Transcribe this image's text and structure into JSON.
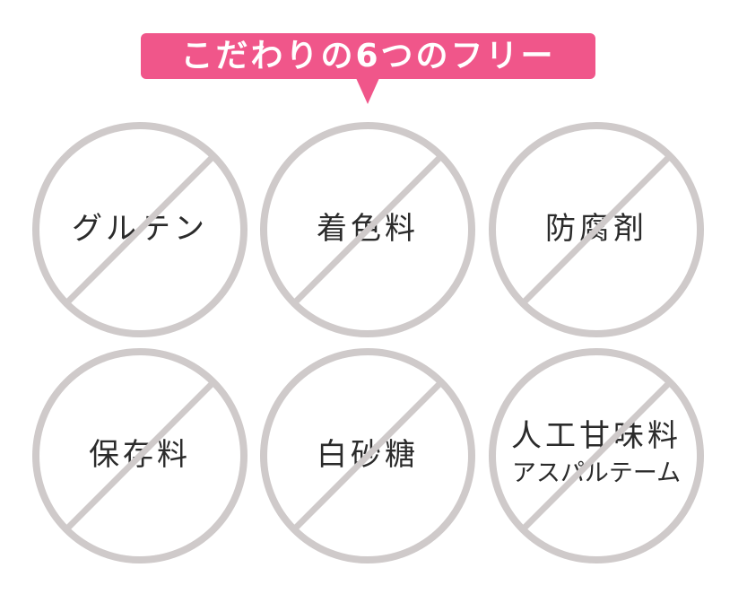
{
  "banner": {
    "title": "こだわりの6つのフリー",
    "color": "#F0568A",
    "text_color": "#FFFFFF"
  },
  "style": {
    "circle_color": "#CFCACA",
    "text_color": "#2B2B2B",
    "background": "#FFFFFF"
  },
  "items": [
    {
      "label": "グルテン",
      "sub": ""
    },
    {
      "label": "着色料",
      "sub": ""
    },
    {
      "label": "防腐剤",
      "sub": ""
    },
    {
      "label": "保存料",
      "sub": ""
    },
    {
      "label": "白砂糖",
      "sub": ""
    },
    {
      "label": "人工甘味料",
      "sub": "アスパルテーム"
    }
  ]
}
